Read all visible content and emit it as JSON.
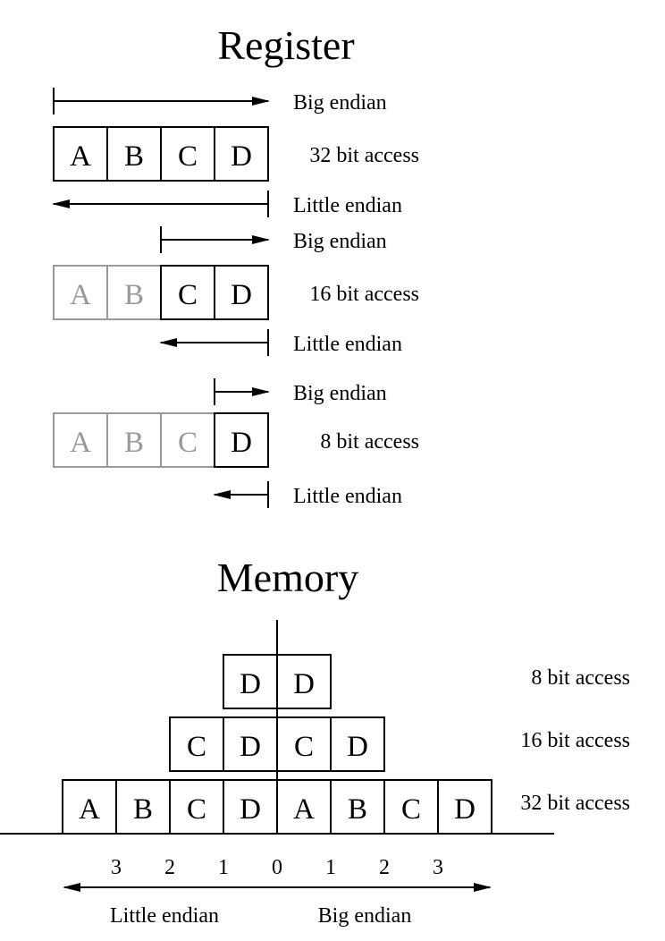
{
  "register": {
    "title": "Register",
    "groups": [
      {
        "big_label": "Big endian",
        "access_label": "32 bit access",
        "little_label": "Little endian",
        "cells": [
          {
            "letter": "A",
            "active": true
          },
          {
            "letter": "B",
            "active": true
          },
          {
            "letter": "C",
            "active": true
          },
          {
            "letter": "D",
            "active": true
          }
        ]
      },
      {
        "big_label": "Big endian",
        "access_label": "16 bit access",
        "little_label": "Little endian",
        "cells": [
          {
            "letter": "A",
            "active": false
          },
          {
            "letter": "B",
            "active": false
          },
          {
            "letter": "C",
            "active": true
          },
          {
            "letter": "D",
            "active": true
          }
        ]
      },
      {
        "big_label": "Big endian",
        "access_label": "8 bit access",
        "little_label": "Little endian",
        "cells": [
          {
            "letter": "A",
            "active": false
          },
          {
            "letter": "B",
            "active": false
          },
          {
            "letter": "C",
            "active": false
          },
          {
            "letter": "D",
            "active": true
          }
        ]
      }
    ]
  },
  "memory": {
    "title": "Memory",
    "rows": [
      {
        "access_label": "8 bit access",
        "cells": [
          "D",
          "D"
        ]
      },
      {
        "access_label": "16 bit access",
        "cells": [
          "C",
          "D",
          "C",
          "D"
        ]
      },
      {
        "access_label": "32 bit access",
        "cells": [
          "A",
          "B",
          "C",
          "D",
          "A",
          "B",
          "C",
          "D"
        ]
      }
    ],
    "addresses": [
      "3",
      "2",
      "1",
      "0",
      "1",
      "2",
      "3"
    ],
    "little_label": "Little endian",
    "big_label": "Big endian"
  },
  "colors": {
    "active": "#000000",
    "inactive": "#999999"
  }
}
